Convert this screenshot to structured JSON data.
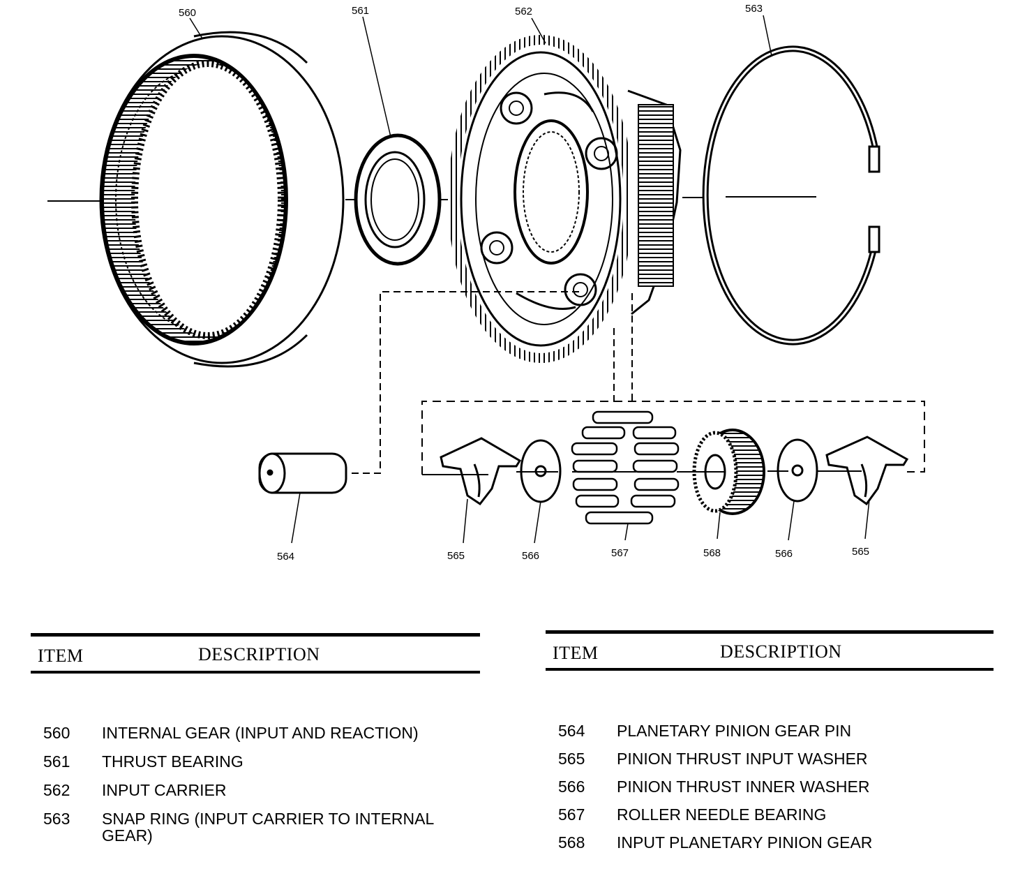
{
  "callouts": {
    "c560": "560",
    "c561": "561",
    "c562": "562",
    "c563": "563",
    "c564": "564",
    "c565a": "565",
    "c566a": "566",
    "c567": "567",
    "c568": "568",
    "c566b": "566",
    "c565b": "565"
  },
  "legend_left": {
    "item_header": "ITEM",
    "desc_header": "DESCRIPTION",
    "rows": [
      {
        "item": "560",
        "description": "INTERNAL GEAR (INPUT AND REACTION)"
      },
      {
        "item": "561",
        "description": "THRUST BEARING"
      },
      {
        "item": "562",
        "description": "INPUT CARRIER"
      },
      {
        "item": "563",
        "description": "SNAP RING (INPUT CARRIER TO INTERNAL GEAR)"
      }
    ]
  },
  "legend_right": {
    "item_header": "ITEM",
    "desc_header": "DESCRIPTION",
    "rows": [
      {
        "item": "564",
        "description": "PLANETARY PINION GEAR PIN"
      },
      {
        "item": "565",
        "description": "PINION THRUST INPUT WASHER"
      },
      {
        "item": "566",
        "description": "PINION THRUST INNER WASHER"
      },
      {
        "item": "567",
        "description": "ROLLER NEEDLE BEARING"
      },
      {
        "item": "568",
        "description": "INPUT PLANETARY PINION GEAR"
      }
    ]
  }
}
